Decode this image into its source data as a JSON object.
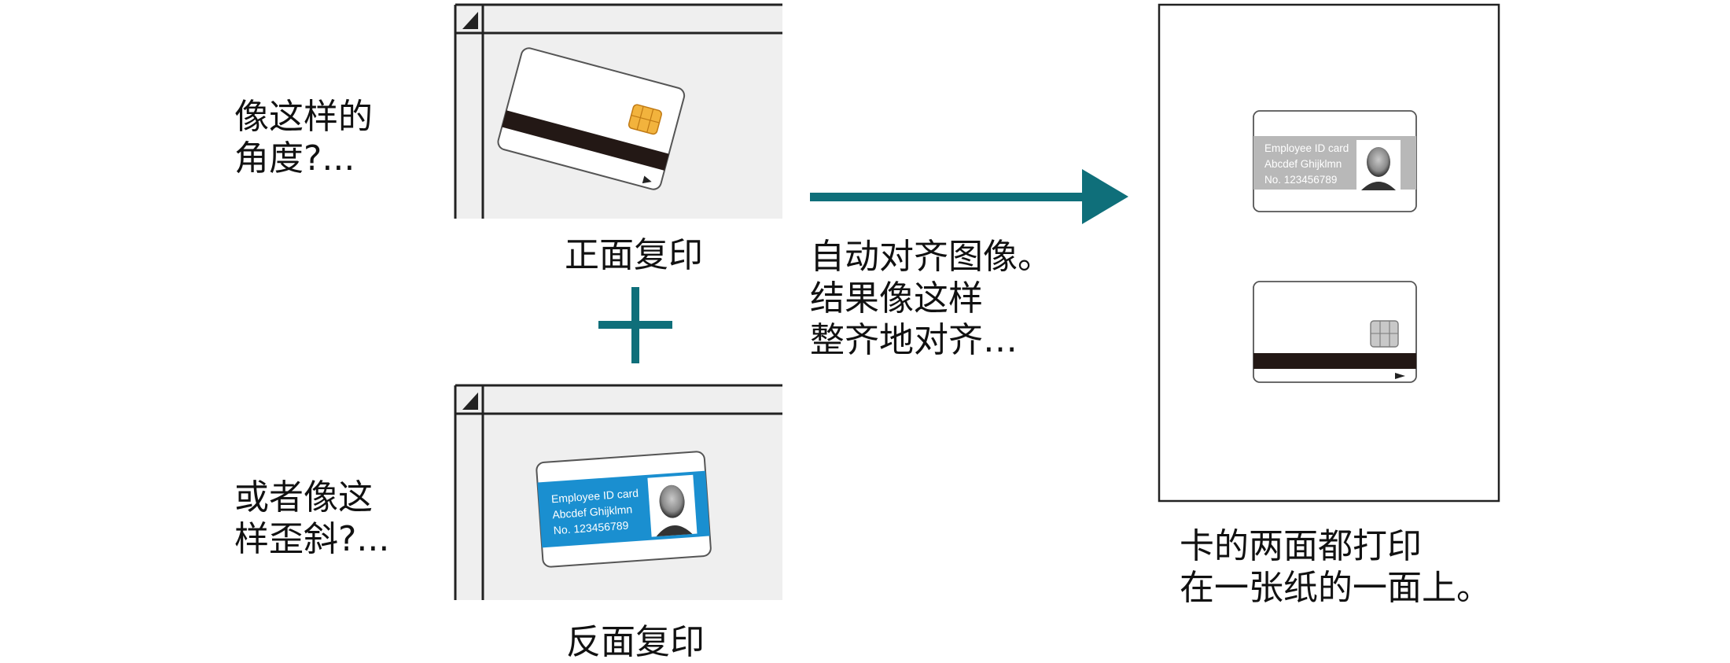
{
  "captions": {
    "front_question": "像这样的\n角度?...",
    "back_question": "或者像这\n样歪斜?...",
    "front_copy": "正面复印",
    "back_copy": "反面复印",
    "auto_align": "自动对齐图像。\n结果像这样\n整齐地对齐…",
    "result": "卡的两面都打印\n在一张纸的一面上。"
  },
  "id_card": {
    "line1": "Employee ID card",
    "line2": "Abcdef Ghijklmn",
    "line3": "No. 123456789"
  },
  "colors": {
    "accent_teal": "#0f6f7a",
    "card_blue": "#1a8fd0",
    "chip_gold": "#f2b33d",
    "scanner_bg": "#efefef"
  }
}
